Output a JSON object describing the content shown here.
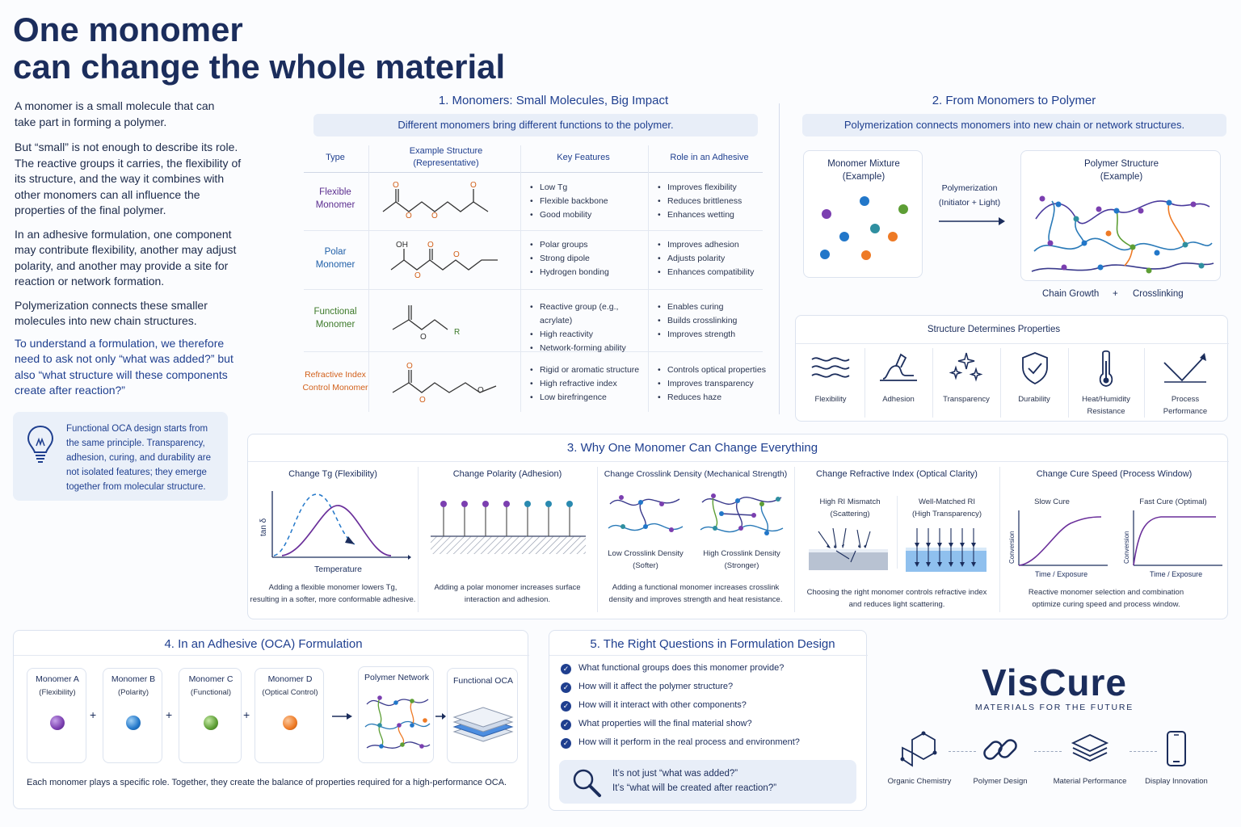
{
  "title": {
    "line1": "One monomer",
    "line2": "can change the whole material"
  },
  "intro": {
    "p1": "A monomer is a small molecule that can take part in forming a polymer.",
    "p2": "But “small” is not enough to describe its role. The reactive groups it carries, the flexibility of its structure, and the way it combines with other monomers can all influence the properties of the final polymer.",
    "p3": "In an adhesive formulation, one component may contribute flexibility, another may adjust polarity, and another may provide a site for reaction or network formation.",
    "p4": "Polymerization connects these smaller molecules into new chain structures.",
    "p5": "To understand a formulation, we therefore need to ask not only “what was added?” but also “what structure will these components create after reaction?”",
    "tip": "Functional OCA design starts from the same principle. Transparency, adhesion, curing, and durability are not isolated features; they emerge together from molecular structure.",
    "tip_icon": "lightbulb-icon"
  },
  "s1": {
    "title": "1. Monomers: Small Molecules, Big Impact",
    "banner": "Different monomers bring different functions to the polymer.",
    "headers": {
      "type": "Type",
      "structure": "Example Structure\n(Representative)",
      "features": "Key Features",
      "role": "Role in an Adhesive"
    },
    "rows": [
      {
        "type": "Flexible\nMonomer",
        "color": "#5b2d8f",
        "features": [
          "Low Tg",
          "Flexible backbone",
          "Good mobility"
        ],
        "roles": [
          "Improves flexibility",
          "Reduces brittleness",
          "Enhances wetting"
        ]
      },
      {
        "type": "Polar\nMonomer",
        "color": "#1f5fa8",
        "features": [
          "Polar groups",
          "Strong dipole",
          "Hydrogen bonding"
        ],
        "roles": [
          "Improves adhesion",
          "Adjusts polarity",
          "Enhances compatibility"
        ]
      },
      {
        "type": "Functional\nMonomer",
        "color": "#3d7a2a",
        "features": [
          "Reactive group (e.g., acrylate)",
          "High reactivity",
          "Network-forming ability"
        ],
        "roles": [
          "Enables curing",
          "Builds crosslinking",
          "Improves strength"
        ]
      },
      {
        "type": "Refractive Index\nControl Monomer",
        "color": "#d2601a",
        "features": [
          "Rigid or aromatic structure",
          "High refractive index",
          "Low birefringence"
        ],
        "roles": [
          "Controls optical properties",
          "Improves transparency",
          "Reduces haze"
        ]
      }
    ],
    "struct_labels": {
      "oh": "OH",
      "o": "O",
      "r": "R"
    }
  },
  "s2": {
    "title": "2. From Monomers to Polymer",
    "banner": "Polymerization connects monomers into new chain or network structures.",
    "mixture": "Monomer Mixture\n(Example)",
    "arrow_label": "Polymerization\n(Initiator + Light)",
    "polymer": "Polymer Structure\n(Example)",
    "chain_growth": "Chain Growth",
    "plus": "+",
    "crosslinking": "Crosslinking",
    "props_title": "Structure Determines Properties",
    "props": [
      {
        "label": "Flexibility",
        "icon": "waves-icon"
      },
      {
        "label": "Adhesion",
        "icon": "adhesion-icon"
      },
      {
        "label": "Transparency",
        "icon": "sparkle-icon"
      },
      {
        "label": "Durability",
        "icon": "shield-check-icon"
      },
      {
        "label": "Heat/Humidity\nResistance",
        "icon": "thermometer-icon"
      },
      {
        "label": "Process\nPerformance",
        "icon": "check-arrow-icon"
      }
    ]
  },
  "s3": {
    "title": "3. Why One Monomer Can Change Everything",
    "cols": [
      {
        "title": "Change Tg (Flexibility)",
        "ylabel": "tan δ",
        "xlabel": "Temperature",
        "caption": "Adding a flexible monomer lowers Tg,\nresulting in a softer, more conformable adhesive."
      },
      {
        "title": "Change Polarity (Adhesion)",
        "caption": "Adding a polar monomer increases surface\ninteraction and adhesion."
      },
      {
        "title": "Change Crosslink Density (Mechanical Strength)",
        "low": "Low Crosslink Density\n(Softer)",
        "high": "High Crosslink Density\n(Stronger)",
        "caption": "Adding a functional monomer increases crosslink\ndensity and improves strength and heat resistance."
      },
      {
        "title": "Change Refractive Index (Optical Clarity)",
        "mismatch": "High RI Mismatch\n(Scattering)",
        "matched": "Well-Matched RI\n(High Transparency)",
        "caption": "Choosing the right monomer controls refractive index\nand reduces light scattering."
      },
      {
        "title": "Change Cure Speed (Process Window)",
        "slow": "Slow Cure",
        "fast": "Fast Cure (Optimal)",
        "ylabel": "Conversion",
        "xlabel": "Time / Exposure",
        "caption": "Reactive monomer selection and combination\noptimize curing speed and process window."
      }
    ]
  },
  "s4": {
    "title": "4. In an Adhesive (OCA) Formulation",
    "monomers": [
      {
        "name": "Monomer A",
        "sub": "(Flexibility)",
        "color": "#7b3fb0"
      },
      {
        "name": "Monomer B",
        "sub": "(Polarity)",
        "color": "#2277c9"
      },
      {
        "name": "Monomer C",
        "sub": "(Functional)",
        "color": "#5d9e35"
      },
      {
        "name": "Monomer D",
        "sub": "(Optical Control)",
        "color": "#ee7a25"
      }
    ],
    "plus": "+",
    "network": "Polymer Network",
    "oca": "Functional OCA",
    "footer": "Each monomer plays a specific role. Together, they create the balance of properties required for a high-performance OCA."
  },
  "s5": {
    "title": "5. The Right Questions in Formulation Design",
    "questions": [
      "What functional groups does this monomer provide?",
      "How will it affect the polymer structure?",
      "How will it interact with other components?",
      "What properties will the final material show?",
      "How will it perform in the real process and environment?"
    ],
    "callout1": "It’s not just “what was added?”",
    "callout2": "It’s “what will be created after reaction?”"
  },
  "brand": {
    "name": "VisCure",
    "tagline": "MATERIALS FOR THE FUTURE",
    "items": [
      {
        "label": "Organic Chemistry",
        "icon": "molecule-icon"
      },
      {
        "label": "Polymer Design",
        "icon": "chain-link-icon"
      },
      {
        "label": "Material Performance",
        "icon": "layers-icon"
      },
      {
        "label": "Display Innovation",
        "icon": "smartphone-icon"
      }
    ]
  },
  "colors": {
    "navy": "#1b2d5c",
    "blue": "#1f3f8f",
    "purple": "#7b3fb0",
    "azure": "#2277c9",
    "green": "#5d9e35",
    "orange": "#ee7a25"
  }
}
